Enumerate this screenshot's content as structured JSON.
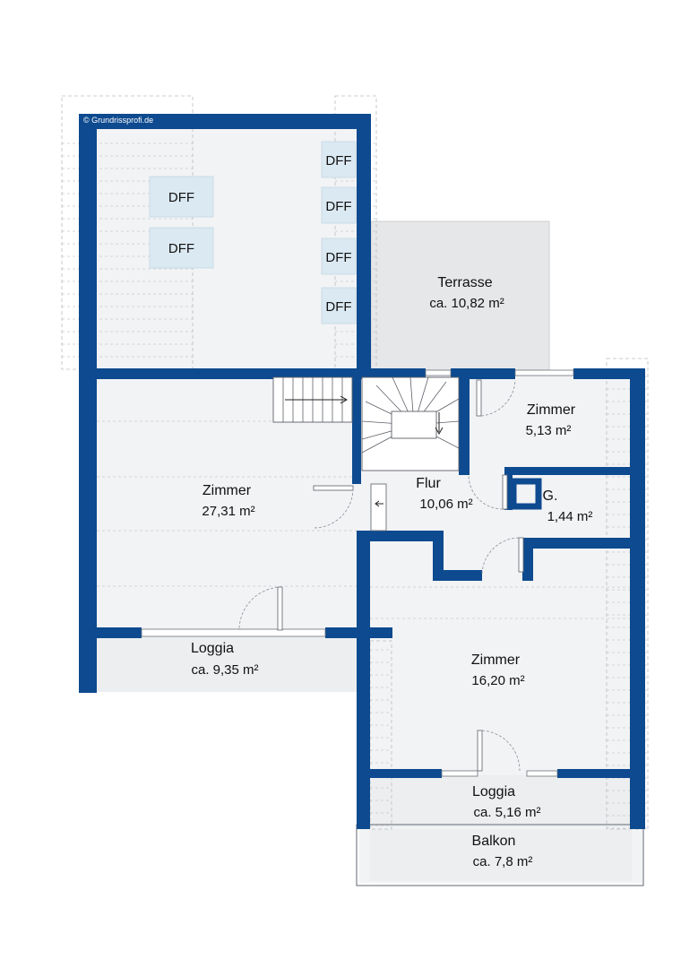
{
  "copyright": "© Grundrissprofi.de",
  "colors": {
    "wall": "#0d4a8f",
    "floor": "#f2f3f5",
    "terrace": "#e6e7e9",
    "skylight": "#dbe9f2"
  },
  "rooms": {
    "terrasse": {
      "name": "Terrasse",
      "area": "ca. 10,82 m²"
    },
    "zimmer_large": {
      "name": "Zimmer",
      "area": "27,31 m²"
    },
    "zimmer_small": {
      "name": "Zimmer",
      "area": "5,13 m²"
    },
    "flur": {
      "name": "Flur",
      "area": "10,06 m²"
    },
    "g": {
      "name": "G.",
      "area": "1,44 m²"
    },
    "zimmer_mid": {
      "name": "Zimmer",
      "area": "16,20 m²"
    },
    "loggia_left": {
      "name": "Loggia",
      "area": "ca. 9,35 m²"
    },
    "loggia_right": {
      "name": "Loggia",
      "area": "ca. 5,16 m²"
    },
    "balkon": {
      "name": "Balkon",
      "area": "ca. 7,8 m²"
    }
  },
  "skylights": [
    "DFF",
    "DFF",
    "DFF",
    "DFF",
    "DFF",
    "DFF"
  ]
}
